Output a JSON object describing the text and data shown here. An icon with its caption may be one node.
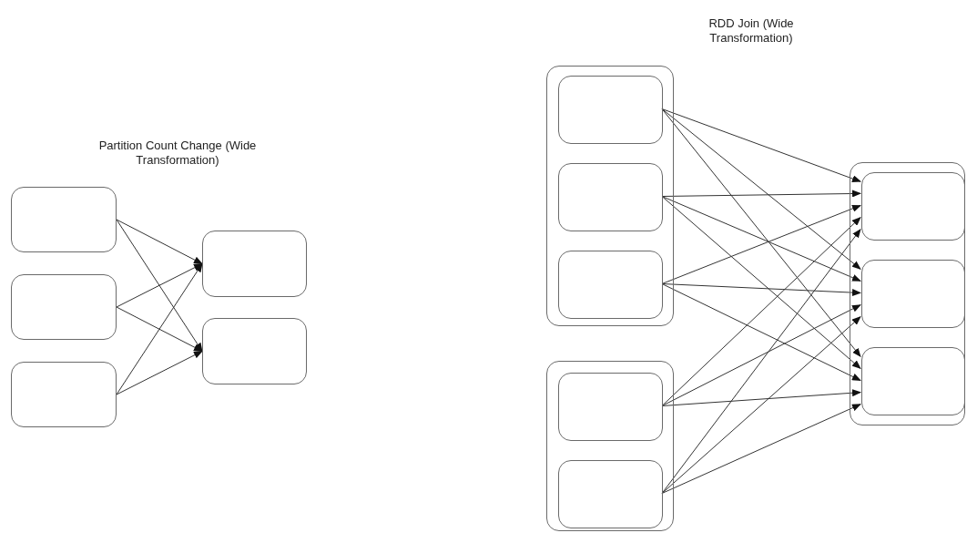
{
  "diagram": {
    "nodes": [
      {
        "text": [],
        "shape": "box"
      },
      {
        "text": [],
        "shape": "box"
      },
      {
        "text": [],
        "shape": "box"
      },
      {
        "text": [],
        "shape": "box"
      },
      {
        "text": [],
        "shape": "box"
      },
      {
        "text": [],
        "shape": "box"
      },
      {
        "text": [],
        "shape": "box",
        "in": 5
      },
      {
        "text": [],
        "shape": "box",
        "in": 5
      },
      {
        "text": [],
        "shape": "box",
        "in": 5
      },
      {
        "text": [],
        "shape": "box"
      },
      {
        "text": [],
        "shape": "box",
        "in": 9
      },
      {
        "text": [],
        "shape": "box",
        "in": 9
      },
      {
        "text": [],
        "shape": "box"
      },
      {
        "text": [],
        "shape": "box",
        "in": 12
      },
      {
        "text": [],
        "shape": "box",
        "in": 12
      },
      {
        "text": [],
        "shape": "box",
        "in": 12
      }
    ],
    "edges": [
      {
        "from": 0,
        "to": 3,
        "arrow": "to"
      },
      {
        "from": 0,
        "to": 4,
        "arrow": "to"
      },
      {
        "from": 1,
        "to": 3,
        "arrow": "to"
      },
      {
        "from": 1,
        "to": 4,
        "arrow": "to"
      },
      {
        "from": 2,
        "to": 3,
        "arrow": "to"
      },
      {
        "from": 2,
        "to": 4,
        "arrow": "to"
      },
      {
        "from": 6,
        "to": 13,
        "arrow": "to"
      },
      {
        "from": 6,
        "to": 14,
        "arrow": "to"
      },
      {
        "from": 6,
        "to": 15,
        "arrow": "to"
      },
      {
        "from": 7,
        "to": 13,
        "arrow": "to"
      },
      {
        "from": 7,
        "to": 14,
        "arrow": "to"
      },
      {
        "from": 7,
        "to": 15,
        "arrow": "to"
      },
      {
        "from": 8,
        "to": 13,
        "arrow": "to"
      },
      {
        "from": 8,
        "to": 14,
        "arrow": "to"
      },
      {
        "from": 8,
        "to": 15,
        "arrow": "to"
      },
      {
        "from": 10,
        "to": 13,
        "arrow": "to"
      },
      {
        "from": 10,
        "to": 14,
        "arrow": "to"
      },
      {
        "from": 10,
        "to": 15,
        "arrow": "to"
      },
      {
        "from": 11,
        "to": 13,
        "arrow": "to"
      },
      {
        "from": 11,
        "to": 14,
        "arrow": "to"
      },
      {
        "from": 11,
        "to": 15,
        "arrow": "to"
      }
    ],
    "labels": [
      "RDD Join (Wide Transformation)",
      "Partition Count Change (Wide Transformation)"
    ]
  }
}
